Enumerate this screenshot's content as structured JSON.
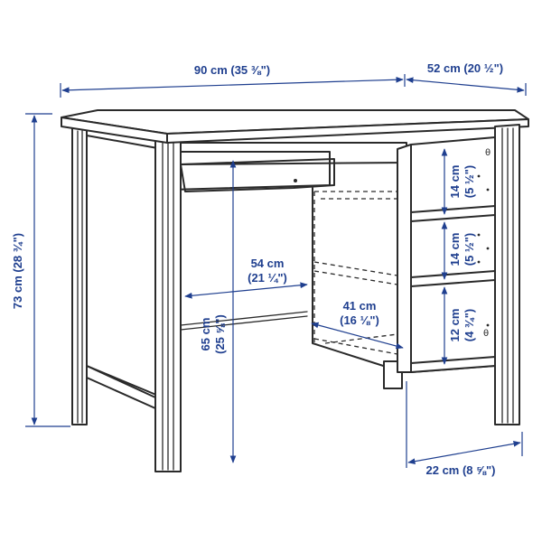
{
  "product": {
    "dimensions": {
      "width": "90 cm (35 ⅜\")",
      "depth": "52 cm (20 ½\")",
      "height": "73 cm (28 ¾\")",
      "knee_depth_cm": "54 cm",
      "knee_depth_in": "(21 ¼\")",
      "knee_height_cm": "65 cm",
      "knee_height_in": "(25 ⅝\")",
      "shelf_depth_cm": "41 cm",
      "shelf_depth_in": "(16 ⅛\")",
      "shelf_width": "22 cm (8 ⅝\")",
      "gap_top_cm": "14 cm",
      "gap_top_in": "(5 ½\")",
      "gap_mid_cm": "14 cm",
      "gap_mid_in": "(5 ½\")",
      "gap_bottom_cm": "12 cm",
      "gap_bottom_in": "(4 ¾\")"
    },
    "colors": {
      "dimension": "#1f3f8f",
      "outline": "#2a2a2a"
    }
  }
}
